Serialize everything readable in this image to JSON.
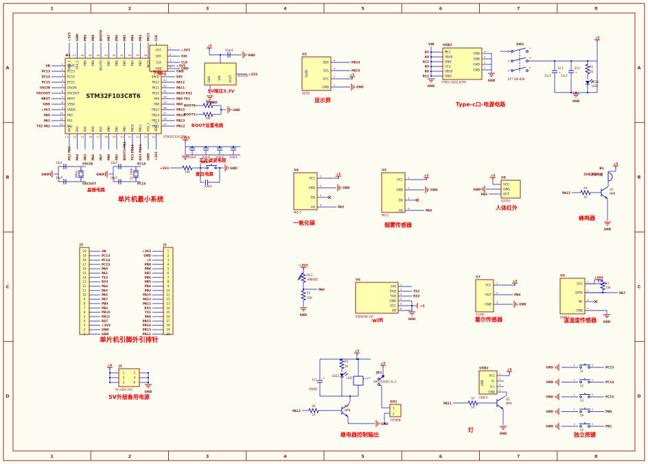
{
  "border": {
    "cols": [
      "1",
      "2",
      "3",
      "4",
      "5",
      "6",
      "7",
      "8"
    ],
    "rows": [
      "A",
      "B",
      "C",
      "D"
    ]
  },
  "titles": {
    "download": "下载口",
    "regulator": "5V降压3.3V",
    "boot": "BOOT设置电路",
    "filter": "芯片滤波电容",
    "crystal": "晶振电路",
    "reset": "复位电路",
    "minsys": "单片机最小系统",
    "display": "显示屏",
    "typec": "Type-c口-电源电路",
    "co": "一氧化碳",
    "smoke": "烟雾传感器",
    "pir": "人体红外",
    "buzzer": "蜂鸣器",
    "headers": "单片机引脚外引排针",
    "backup": "5V外接备用电源",
    "wifi": "wifi",
    "hall": "霍尔传感器",
    "dht": "温湿度传感器",
    "relay": "继电器控制输出",
    "lamp": "灯",
    "keys": "独立按键"
  },
  "modules": {
    "mcu": {
      "des": "U1",
      "label": "STM32F103C8T6",
      "part": "STM32F103C8T6",
      "left": [
        {
          "n": "1",
          "p": "VBAT",
          "t": "VB"
        },
        {
          "n": "2",
          "p": "PC13",
          "t": "PC13"
        },
        {
          "n": "3",
          "p": "PC14",
          "t": "PC14"
        },
        {
          "n": "4",
          "p": "PC15",
          "t": "PC15"
        },
        {
          "n": "5",
          "p": "OSCIN",
          "t": "OSCIN"
        },
        {
          "n": "6",
          "p": "OSCOUT",
          "t": "OSCOUT"
        },
        {
          "n": "7",
          "p": "NRST",
          "t": "NRST"
        },
        {
          "n": "8",
          "p": "VSSA",
          "t": "GND"
        },
        {
          "n": "9",
          "p": "VDDA",
          "t": "+3V3"
        },
        {
          "n": "10",
          "p": "PA0",
          "t": "PA0"
        },
        {
          "n": "11",
          "p": "PA1",
          "t": "PA1"
        },
        {
          "n": "12",
          "p": "PA2",
          "t": "TX2 PA2"
        }
      ],
      "right": [
        {
          "n": "36",
          "p": "VDD_2",
          "t": "+3V3"
        },
        {
          "n": "35",
          "p": "VSS_2",
          "t": "GND"
        },
        {
          "n": "34",
          "p": "SWIO",
          "t": "DIO"
        },
        {
          "n": "33",
          "p": "PA12",
          "t": "PA12"
        },
        {
          "n": "32",
          "p": "PA11",
          "t": "PA11"
        },
        {
          "n": "31",
          "p": "PA10",
          "t": "PA10 RX1"
        },
        {
          "n": "30",
          "p": "PA9",
          "t": "PA9 TX1"
        },
        {
          "n": "29",
          "p": "PA8",
          "t": "PA8"
        },
        {
          "n": "28",
          "p": "PB15",
          "t": "PB15"
        },
        {
          "n": "27",
          "p": "PB14",
          "t": "PB14"
        },
        {
          "n": "26",
          "p": "PB13",
          "t": "PB13"
        },
        {
          "n": "25",
          "p": "PB12",
          "t": "PB12"
        }
      ],
      "top": [
        {
          "n": "48",
          "p": "VDD_1",
          "t": "+3V3"
        },
        {
          "n": "47",
          "p": "VSS_1",
          "t": "GND"
        },
        {
          "n": "46",
          "p": "PB9",
          "t": "PB9"
        },
        {
          "n": "45",
          "p": "PB8",
          "t": "PB8"
        },
        {
          "n": "44",
          "p": "BOOT0",
          "t": "BOOT0"
        },
        {
          "n": "43",
          "p": "PB7",
          "t": "PB7"
        },
        {
          "n": "42",
          "p": "PB6",
          "t": "PB6"
        },
        {
          "n": "41",
          "p": "PB5",
          "t": "PB5"
        },
        {
          "n": "40",
          "p": "PB4",
          "t": "PB4"
        },
        {
          "n": "39",
          "p": "PB3",
          "t": "PB3"
        },
        {
          "n": "38",
          "p": "PA15",
          "t": "PA15"
        },
        {
          "n": "37",
          "p": "SWCLK",
          "t": "CLK"
        }
      ],
      "bottom": [
        {
          "n": "13",
          "p": "PA3",
          "t": "RX2 PA3"
        },
        {
          "n": "14",
          "p": "PA4",
          "t": "PA4"
        },
        {
          "n": "15",
          "p": "PA5",
          "t": "PA5"
        },
        {
          "n": "16",
          "p": "PA6",
          "t": "PA6"
        },
        {
          "n": "17",
          "p": "PA7",
          "t": "PA7"
        },
        {
          "n": "18",
          "p": "PB0",
          "t": "PB0"
        },
        {
          "n": "19",
          "p": "PB1",
          "t": "PB1"
        },
        {
          "n": "20",
          "p": "PB2",
          "t": "BOOT1 PB2"
        },
        {
          "n": "21",
          "p": "PB10",
          "t": "TX3 PB10"
        },
        {
          "n": "22",
          "p": "PB11",
          "t": "RX3 PB11"
        },
        {
          "n": "23",
          "p": "VSS_1",
          "t": "GND"
        },
        {
          "n": "24",
          "p": "VDD_1",
          "t": "+3V3"
        }
      ]
    },
    "download": {
      "pins": [
        {
          "n": "1",
          "p": "VCC",
          "t": "+3V3"
        },
        {
          "n": "2",
          "p": "DIO",
          "t": "DIO"
        },
        {
          "n": "3",
          "p": "CLK",
          "t": "CLK"
        },
        {
          "n": "4",
          "p": "GND",
          "t": "GND"
        }
      ]
    },
    "regulator": {
      "part": "XC6206",
      "pins": [
        "GND",
        "VIN",
        "VOUT"
      ],
      "cap": "104nF",
      "vin": "+5",
      "vout": "+3V3",
      "gnd": "GND"
    },
    "boot": {
      "rows": [
        {
          "net": "BOOT0",
          "val": "10K"
        },
        {
          "net": "BOOT1",
          "val": "10K"
        }
      ],
      "gnd": "GND"
    },
    "filter": {
      "pwr": "+3V3",
      "caps": [
        "104nF",
        "104nF",
        "104nF",
        "104nF"
      ],
      "gnd": "GND"
    },
    "xtal1": {
      "val": "8MHz",
      "ctop": "10pF",
      "cbot": "10pF",
      "ntop": "OSCIN",
      "nbot": "OSCOUT",
      "gnd": "GND"
    },
    "xtal2": {
      "val": "32.768K",
      "ctop": "10pF",
      "cbot": "30pF",
      "ntop": "PC14",
      "nbot": "PC15",
      "gnd": "GND"
    },
    "reset": {
      "pwr": "+3V3",
      "res": "10K",
      "net": "NRST",
      "cap": "104nF",
      "gnd": "GND"
    },
    "display": {
      "des": "U2",
      "part": "OLED",
      "vert": "OLED",
      "pins": [
        {
          "n": "4",
          "p": "SDA",
          "k": "l",
          "t": "PB14"
        },
        {
          "n": "3",
          "p": "SCL",
          "k": "l",
          "t": "PB15"
        },
        {
          "n": "2",
          "p": "VCC",
          "k": "p",
          "t": "+5"
        },
        {
          "n": "1",
          "p": "GND",
          "k": "g",
          "t": "GND"
        }
      ]
    },
    "typec": {
      "des": "USB1",
      "part": "TYPEC-0502-6CP6",
      "vin": "VIN",
      "pads": [
        "A5",
        "A9",
        "A12",
        "B5",
        "B9",
        "B12"
      ],
      "lnames": [
        "CC1",
        "VBUS",
        "GND",
        "CC2",
        "VBUS",
        "GND"
      ],
      "rnums": [
        "4",
        "3",
        "2",
        "1"
      ],
      "rname": "GND",
      "gnd": "GND",
      "sw": {
        "des": "SW1",
        "part": "KFT DIP-8X8",
        "lnums": [
          "2",
          "4",
          "6"
        ],
        "rnums": [
          "1",
          "3",
          "5"
        ]
      },
      "ec1": "EC1",
      "ec1v": "22uF",
      "ec2": "EC2",
      "ec2v": "22uF",
      "r1": "R1",
      "r1v": "1K",
      "led": "LED1",
      "ledv": "LED",
      "pwr": "+5"
    },
    "co": {
      "des": "U4",
      "part": "MQ-7",
      "pins": [
        {
          "n": "1",
          "p": "VCC",
          "k": "p",
          "t": "+5"
        },
        {
          "n": "2",
          "p": "GND",
          "k": "g",
          "t": "GND"
        },
        {
          "n": "3",
          "p": "DQ",
          "k": "x",
          "t": ""
        },
        {
          "n": "4",
          "p": "AQ",
          "k": "l",
          "t": "PA5"
        }
      ]
    },
    "smoke": {
      "des": "U3",
      "part": "MQ-2",
      "pins": [
        {
          "n": "1",
          "p": "VCC",
          "k": "p",
          "t": "+5"
        },
        {
          "n": "2",
          "p": "GND",
          "k": "g",
          "t": "GND"
        },
        {
          "n": "3",
          "p": "DQ",
          "k": "x",
          "t": ""
        },
        {
          "n": "4",
          "p": "AQ",
          "k": "l",
          "t": "PA4"
        }
      ]
    },
    "pir": {
      "des": "U8",
      "part": "D203S",
      "pins": [
        "VCC",
        "GND",
        "OUT"
      ],
      "pwr": "+5",
      "gnd": "GND",
      "net": "PB3"
    },
    "buzzer": {
      "b": "B1",
      "name": "5V有源蜂鸣器",
      "pwr": "+5",
      "q": "Q1",
      "qt": "NPN",
      "r": "R4",
      "rv": "1K",
      "net": "PA15",
      "gnd": "GND"
    },
    "headers": {
      "left": {
        "des": "J3",
        "nets": [
          "VB",
          "PC13",
          "PC14",
          "PC15",
          "PA0",
          "PA1",
          "TX2",
          "RX2",
          "PA4",
          "PA5",
          "PA6",
          "PA7",
          "PB0",
          "PB1",
          "PB10",
          "PB11",
          "RST",
          "+3V3",
          "GND",
          "GND"
        ]
      },
      "right": {
        "des": "J1",
        "nets": [
          "+3V3",
          "GND",
          "+5",
          "PB9",
          "PB8",
          "PB7",
          "PB6",
          "PB5",
          "PB4",
          "PB3",
          "PA15",
          "PA12",
          "PA11",
          "RX1",
          "TX1",
          "PA8",
          "PB15",
          "PB14",
          "PB13",
          "PB12"
        ]
      }
    },
    "backup": {
      "des": "J2",
      "part": "Pin HDR 2X3",
      "lnums": [
        "1",
        "3",
        "5"
      ],
      "rnums": [
        "2",
        "4",
        "6"
      ],
      "pwr": "+5",
      "gnd": "GND"
    },
    "ldr": {
      "des": "RG1",
      "name": "光敏电阻",
      "pwr": "+3V3",
      "net": "PA6",
      "r": "R2",
      "rv": "10K",
      "gnd": "GND"
    },
    "wifi": {
      "des": "U6",
      "part": "ESP8266-12F",
      "pins": [
        {
          "n": "1",
          "p": "STA",
          "k": "n",
          "t": ""
        },
        {
          "n": "2",
          "p": "RXD",
          "k": "l",
          "t": "TX2"
        },
        {
          "n": "3",
          "p": "TXD",
          "k": "l",
          "t": "RX2"
        },
        {
          "n": "4",
          "p": "GND",
          "k": "g",
          "t": "GND"
        },
        {
          "n": "5",
          "p": "VCC",
          "k": "p",
          "t": "+5"
        },
        {
          "n": "6",
          "p": "EN",
          "k": "n",
          "t": ""
        }
      ]
    },
    "hall": {
      "des": "U7",
      "part": "3144E",
      "pins": [
        {
          "n": "1",
          "p": "VCC",
          "k": "p",
          "t": "+5"
        },
        {
          "n": "2",
          "p": "OUT",
          "k": "l",
          "t": "PB4"
        },
        {
          "n": "3",
          "p": "GND",
          "k": "g",
          "t": "GND"
        }
      ]
    },
    "dht": {
      "des": "U5",
      "part": "DHT11",
      "pwr": "+3V3",
      "r": "R3",
      "rv": "10K",
      "pins": [
        {
          "n": "1",
          "p": "VCC",
          "k": "p",
          "t": "+3V3"
        },
        {
          "n": "2",
          "p": "DATA",
          "k": "l",
          "t": "PA7"
        },
        {
          "n": "3",
          "p": "NC",
          "k": "x",
          "t": ""
        },
        {
          "n": "4",
          "p": "GND",
          "k": "g",
          "t": "GND"
        }
      ]
    },
    "relay": {
      "tc": "TC1",
      "tcn": "钽电容",
      "r5": "R5",
      "r5v": "1K",
      "led": "LED2",
      "ledv": "LED",
      "jk": "JK1",
      "jkp": "SRD-05VDC-SL-C",
      "xh": "XH1",
      "xhn": "白色底座",
      "xp": [
        "1",
        "2"
      ],
      "q": "Q3",
      "qt": "NPN",
      "r6": "R6",
      "r6v": "1K",
      "net": "PA12",
      "pwr": "+5",
      "gnd": "GND"
    },
    "lamp": {
      "des": "USB2",
      "part": "USB-A",
      "vert": "USB",
      "pins": [
        {
          "n": "1",
          "p": "VCC",
          "k": "p",
          "t": "+5"
        },
        {
          "n": "2",
          "p": "D-",
          "k": "n",
          "t": ""
        },
        {
          "n": "3",
          "p": "D+",
          "k": "n",
          "t": ""
        },
        {
          "n": "4",
          "p": "GND",
          "k": "q",
          "t": ""
        }
      ],
      "q": "Q2",
      "qt": "NPN",
      "r": "R7",
      "rv": "1K",
      "net": "PA11",
      "gnd": "GND"
    },
    "keys": {
      "rows": [
        {
          "s": "S1",
          "net": "PC13"
        },
        {
          "s": "S2",
          "net": "PC14"
        },
        {
          "s": "S3",
          "net": "PC15"
        },
        {
          "s": "S4",
          "net": "PB0"
        },
        {
          "s": "S5",
          "net": "PB1"
        }
      ],
      "gnd": "GND",
      "n1": "1",
      "n2": "2"
    }
  }
}
